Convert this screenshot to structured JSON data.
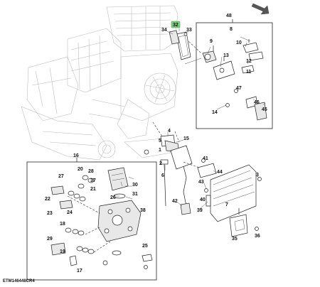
{
  "reference_code": "ETM146448CR4",
  "callouts": [
    {
      "id": "c48",
      "text": "48"
    },
    {
      "id": "c8",
      "text": "8"
    },
    {
      "id": "c34",
      "text": "34"
    },
    {
      "id": "c32",
      "text": "32",
      "highlight": true
    },
    {
      "id": "c33",
      "text": "33"
    },
    {
      "id": "c10",
      "text": "10"
    },
    {
      "id": "c9",
      "text": "9"
    },
    {
      "id": "c13",
      "text": "13"
    },
    {
      "id": "c12",
      "text": "12"
    },
    {
      "id": "c11",
      "text": "11"
    },
    {
      "id": "c47",
      "text": "47"
    },
    {
      "id": "c46",
      "text": "46"
    },
    {
      "id": "c45",
      "text": "45"
    },
    {
      "id": "c14",
      "text": "14"
    },
    {
      "id": "c4",
      "text": "4"
    },
    {
      "id": "c5",
      "text": "5"
    },
    {
      "id": "c1",
      "text": "1"
    },
    {
      "id": "c15",
      "text": "15"
    },
    {
      "id": "c2",
      "text": "2"
    },
    {
      "id": "c6",
      "text": "6"
    },
    {
      "id": "c41",
      "text": "41"
    },
    {
      "id": "c44",
      "text": "44"
    },
    {
      "id": "c3",
      "text": "3"
    },
    {
      "id": "c43",
      "text": "43"
    },
    {
      "id": "c40",
      "text": "40"
    },
    {
      "id": "c39",
      "text": "39"
    },
    {
      "id": "c42",
      "text": "42"
    },
    {
      "id": "c7",
      "text": "7"
    },
    {
      "id": "c35",
      "text": "35"
    },
    {
      "id": "c36",
      "text": "36"
    },
    {
      "id": "c16",
      "text": "16"
    },
    {
      "id": "c20",
      "text": "20"
    },
    {
      "id": "c28",
      "text": "28"
    },
    {
      "id": "c27",
      "text": "27"
    },
    {
      "id": "c37",
      "text": "37"
    },
    {
      "id": "c21",
      "text": "21"
    },
    {
      "id": "c30",
      "text": "30"
    },
    {
      "id": "c31",
      "text": "31"
    },
    {
      "id": "c26",
      "text": "26"
    },
    {
      "id": "c22",
      "text": "22"
    },
    {
      "id": "c23",
      "text": "23"
    },
    {
      "id": "c24",
      "text": "24"
    },
    {
      "id": "c38",
      "text": "38"
    },
    {
      "id": "c18",
      "text": "18"
    },
    {
      "id": "c29",
      "text": "29"
    },
    {
      "id": "c19",
      "text": "19"
    },
    {
      "id": "c25",
      "text": "25"
    },
    {
      "id": "c17",
      "text": "17"
    }
  ],
  "colors": {
    "highlight": "#7fd17f",
    "ink": "#222222",
    "ghost": "#b9b9b9",
    "direction_arrow": "#555555"
  },
  "icons": [
    "direction-arrow-icon"
  ]
}
